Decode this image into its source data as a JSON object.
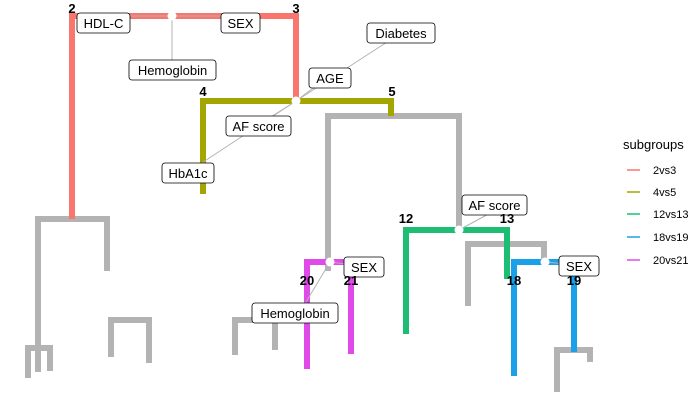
{
  "colors": {
    "grey": "#b3b3b3",
    "2vs3": "#f8766d",
    "4vs5": "#a3a500",
    "12vs13": "#1dbd74",
    "18vs19": "#1aa0e8",
    "20vs21": "#e04ae8"
  },
  "nodes": {
    "n2": "2",
    "n3": "3",
    "n4": "4",
    "n5": "5",
    "n12": "12",
    "n13": "13",
    "n18": "18",
    "n19": "19",
    "n20": "20",
    "n21": "21"
  },
  "labels": {
    "hdlc": "HDL-C",
    "sex_top": "SEX",
    "hemoglobin_top": "Hemoglobin",
    "diabetes": "Diabetes",
    "age": "AGE",
    "af_score_left": "AF score",
    "hba1c": "HbA1c",
    "af_score_right": "AF score",
    "sex_mid": "SEX",
    "hemoglobin_bottom": "Hemoglobin",
    "sex_right": "SEX"
  },
  "legend": {
    "title": "subgroups",
    "items": [
      "2vs3",
      "4vs5",
      "12vs13",
      "18vs19",
      "20vs21"
    ]
  }
}
